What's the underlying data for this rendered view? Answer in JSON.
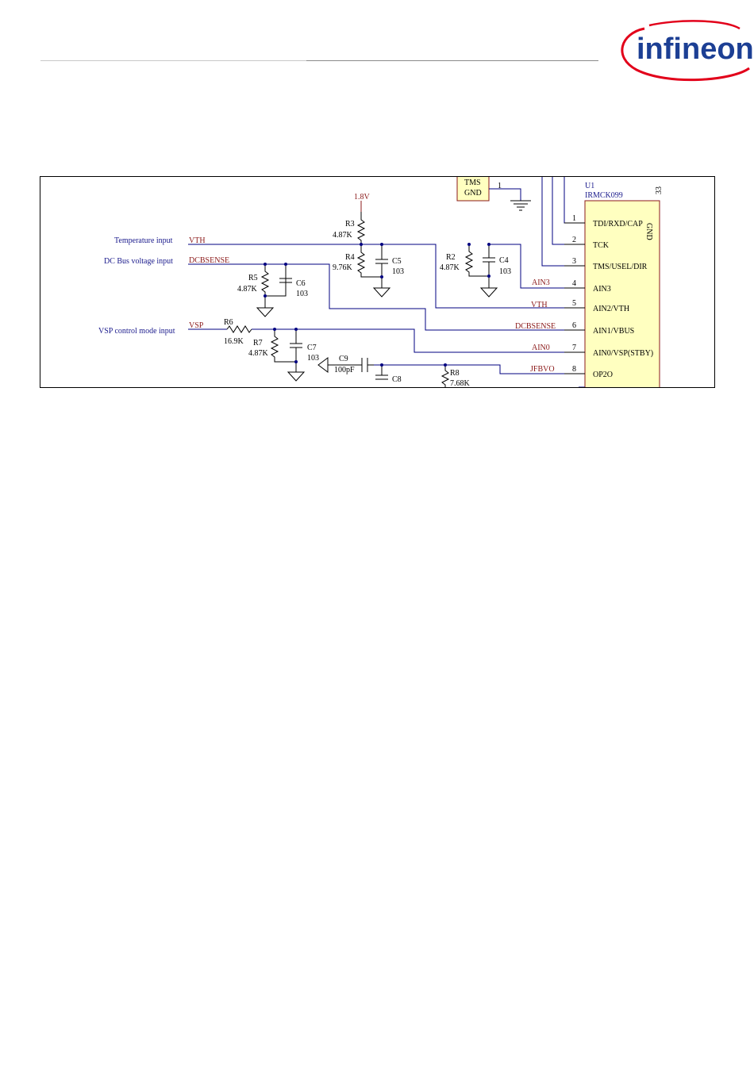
{
  "header": {
    "logo_text": "infineon"
  },
  "schematic": {
    "inputs": {
      "temperature": "Temperature input",
      "dcbus": "DC Bus voltage input",
      "vsp": "VSP control mode input"
    },
    "nets": {
      "vth": "VTH",
      "dcbsense": "DCBSENSE",
      "vsp": "VSP",
      "supply": "1.8V",
      "ain3": "AIN3",
      "ain0": "AIN0",
      "jfbvo": "JFBVO",
      "vth_r": "VTH",
      "dcbsense_r": "DCBSENSE"
    },
    "components": {
      "r3": {
        "ref": "R3",
        "value": "4.87K"
      },
      "r4": {
        "ref": "R4",
        "value": "9.76K"
      },
      "c5": {
        "ref": "C5",
        "value": "103"
      },
      "r5": {
        "ref": "R5",
        "value": "4.87K"
      },
      "c6": {
        "ref": "C6",
        "value": "103"
      },
      "r2": {
        "ref": "R2",
        "value": "4.87K"
      },
      "c4": {
        "ref": "C4",
        "value": "103"
      },
      "r6": {
        "ref": "R6",
        "value": "16.9K"
      },
      "r7": {
        "ref": "R7",
        "value": "4.87K"
      },
      "c7": {
        "ref": "C7",
        "value": "103"
      },
      "c9": {
        "ref": "C9",
        "value": "100pF"
      },
      "c8": {
        "ref": "C8",
        "value": ""
      },
      "r8": {
        "ref": "R8",
        "value": "7.68K"
      }
    },
    "connector": {
      "label_top": "TMS",
      "label": "GND",
      "pin": "1"
    },
    "ic": {
      "ref": "U1",
      "part": "IRMCK099",
      "gnd_label": "GND",
      "pin33": "33",
      "pins": [
        {
          "num": "1",
          "name": "TDI/RXD/CAP"
        },
        {
          "num": "2",
          "name": "TCK"
        },
        {
          "num": "3",
          "name": "TMS/USEL/DIR"
        },
        {
          "num": "4",
          "name": "AIN3"
        },
        {
          "num": "5",
          "name": "AIN2/VTH"
        },
        {
          "num": "6",
          "name": "AIN1/VBUS"
        },
        {
          "num": "7",
          "name": "AIN0/VSP(STBY)"
        },
        {
          "num": "8",
          "name": "OP2O"
        }
      ]
    }
  }
}
